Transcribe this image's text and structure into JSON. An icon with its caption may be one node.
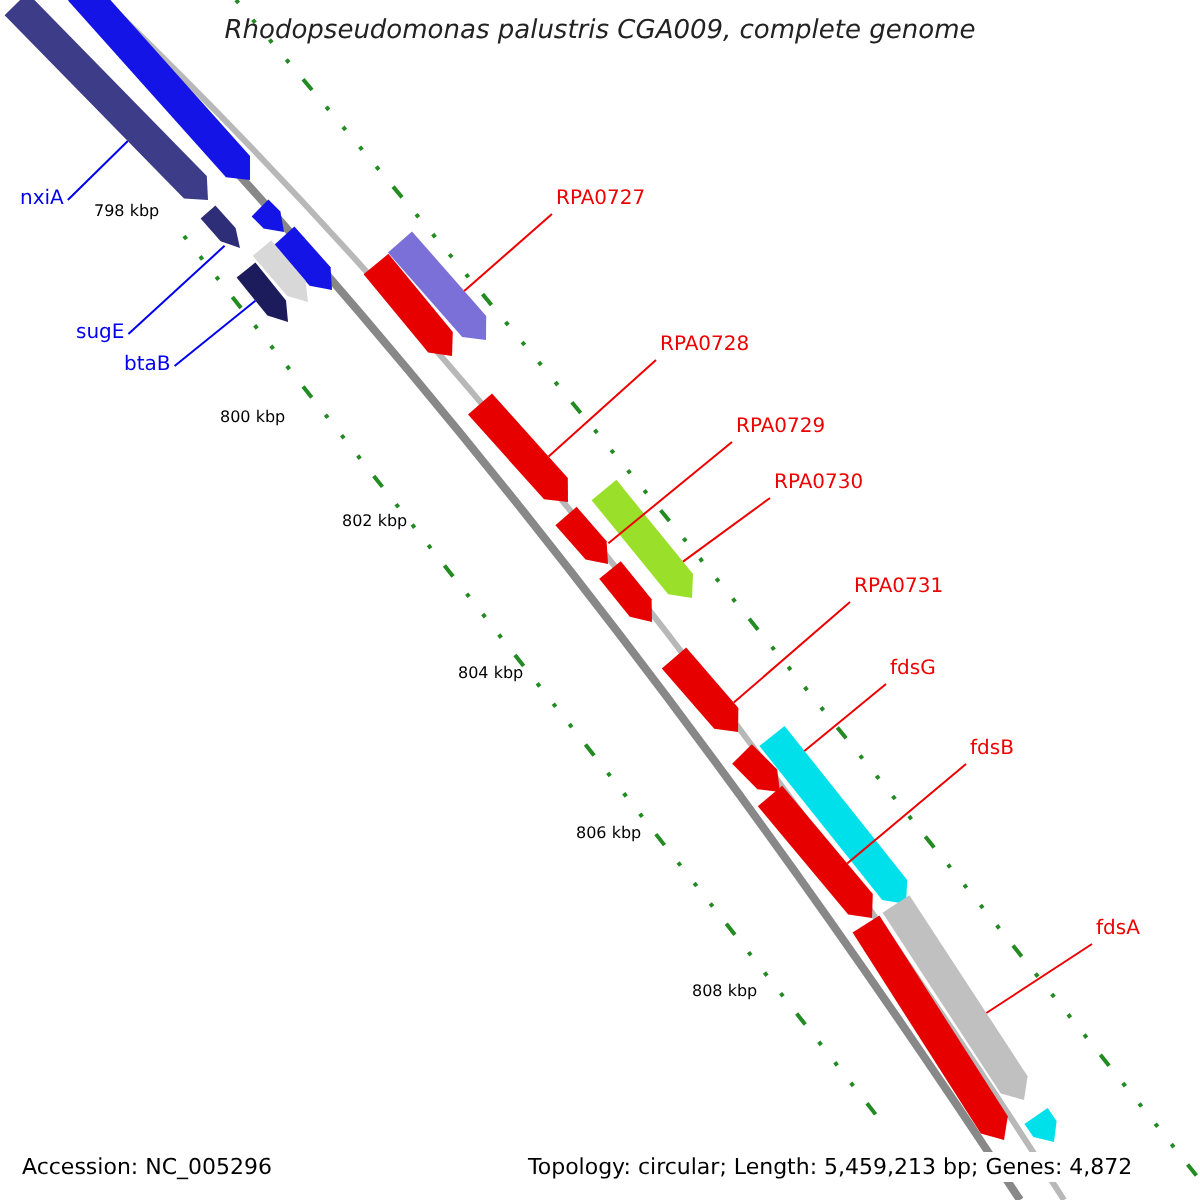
{
  "diagram": {
    "title": "Rhodopseudomonas palustris CGA009, complete genome",
    "nodes": [
      {
        "text": [
          "nxiA"
        ]
      },
      {
        "text": [
          "sugE"
        ]
      },
      {
        "text": [
          "btaB"
        ]
      },
      {
        "text": [
          "RPA0727"
        ]
      },
      {
        "text": [
          "RPA0728"
        ]
      },
      {
        "text": [
          "RPA0729"
        ]
      },
      {
        "text": [
          "RPA0730"
        ]
      },
      {
        "text": [
          "RPA0731"
        ]
      },
      {
        "text": [
          "fdsG"
        ]
      },
      {
        "text": [
          "fdsB"
        ]
      },
      {
        "text": [
          "fdsA"
        ]
      },
      {
        "text": [],
        "shape": "arrow"
      },
      {
        "text": [],
        "shape": "arrow"
      },
      {
        "text": [],
        "shape": "arrow"
      },
      {
        "text": [],
        "shape": "arrow"
      },
      {
        "text": [],
        "shape": "arrow"
      },
      {
        "text": [],
        "shape": "arrow"
      },
      {
        "text": [],
        "shape": "arrow"
      },
      {
        "text": [],
        "shape": "arrow"
      },
      {
        "text": [],
        "shape": "arrow"
      },
      {
        "text": [],
        "shape": "arrow"
      },
      {
        "text": [],
        "shape": "arrow"
      },
      {
        "text": [],
        "shape": "arrow"
      },
      {
        "text": [],
        "shape": "arrow"
      },
      {
        "text": [],
        "shape": "arrow"
      },
      {
        "text": [],
        "shape": "arrow"
      },
      {
        "text": [],
        "shape": "arrow"
      },
      {
        "text": [],
        "shape": "arrow"
      },
      {
        "text": [],
        "shape": "arrow"
      },
      {
        "text": [],
        "shape": "arrow"
      },
      {
        "text": [],
        "shape": "arrow"
      }
    ],
    "edges": [
      {
        "from": 0,
        "to": 11,
        "arrow": "none",
        "color": "#0000ee"
      },
      {
        "from": 1,
        "to": 12,
        "arrow": "none",
        "color": "#0000ee"
      },
      {
        "from": 2,
        "to": 13,
        "arrow": "none",
        "color": "#0000ee"
      },
      {
        "from": 3,
        "to": 14,
        "arrow": "none"
      },
      {
        "from": 4,
        "to": 15,
        "arrow": "none"
      },
      {
        "from": 5,
        "to": 16,
        "arrow": "none"
      },
      {
        "from": 6,
        "to": 17,
        "arrow": "none"
      },
      {
        "from": 7,
        "to": 18,
        "arrow": "none"
      },
      {
        "from": 8,
        "to": 19,
        "arrow": "none"
      },
      {
        "from": 9,
        "to": 20,
        "arrow": "none"
      },
      {
        "from": 10,
        "to": 21,
        "arrow": "none"
      }
    ],
    "labels": [
      "798 kbp",
      "800 kbp",
      "802 kbp",
      "804 kbp",
      "806 kbp",
      "808 kbp",
      "Accession: NC_005296",
      "Topology: circular; Length: 5,459,213 bp; Genes: 4,872"
    ]
  }
}
